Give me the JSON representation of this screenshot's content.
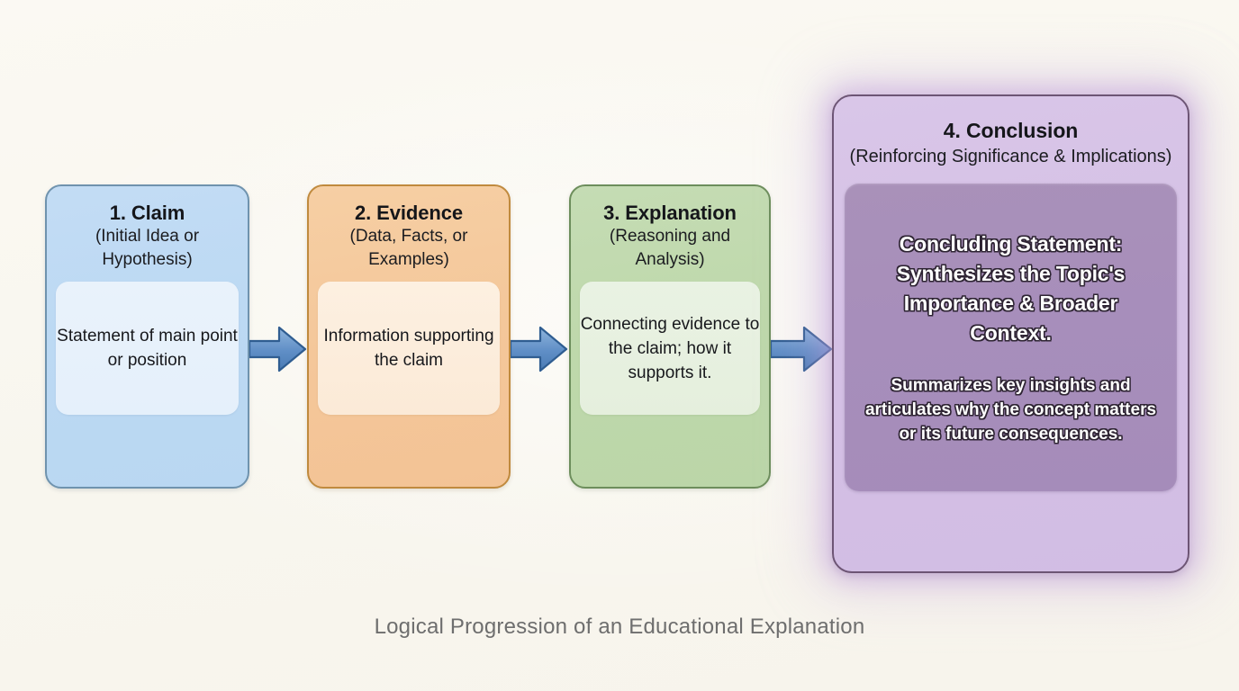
{
  "caption": "Logical Progression of an Educational Explanation",
  "background_color": "#faf8f2",
  "steps": [
    {
      "title": "1. Claim",
      "subtitle": "(Initial Idea or Hypothesis)",
      "detail": "Statement of main point or position",
      "fill_color": "#bcd9f3",
      "border_color": "#6f93ae",
      "inner_fill_color": "#e7f1fb"
    },
    {
      "title": "2. Evidence",
      "subtitle": "(Data, Facts, or Examples)",
      "detail": "Information supporting the claim",
      "fill_color": "#f4c79a",
      "border_color": "#c08a3e",
      "inner_fill_color": "#fbecdb"
    },
    {
      "title": "3. Explanation",
      "subtitle": "(Reasoning and Analysis)",
      "detail": "Connecting evidence to the claim; how it supports it.",
      "fill_color": "#bed8ab",
      "border_color": "#6d8e5c",
      "inner_fill_color": "#e7f0e0"
    },
    {
      "title": "4. Conclusion",
      "subtitle": "(Reinforcing Significance & Implications)",
      "detail_heading": "Concluding Statement: Synthesizes the Topic's Importance & Broader Context.",
      "detail_body": "Summarizes key insights and articulates why the concept matters or its future consequences.",
      "fill_color": "#d4c0e5",
      "border_color": "#6d5575",
      "inner_fill_color": "#a78ebb",
      "glow_color": "#ba96d6"
    }
  ],
  "arrows": [
    {
      "label": "claim-to-evidence",
      "direction": "right",
      "color": "#5b8cc4"
    },
    {
      "label": "evidence-to-explanation",
      "direction": "right",
      "color": "#5b8cc4"
    },
    {
      "label": "explanation-to-conclusion",
      "direction": "right",
      "color": "#5b8cc4"
    }
  ]
}
